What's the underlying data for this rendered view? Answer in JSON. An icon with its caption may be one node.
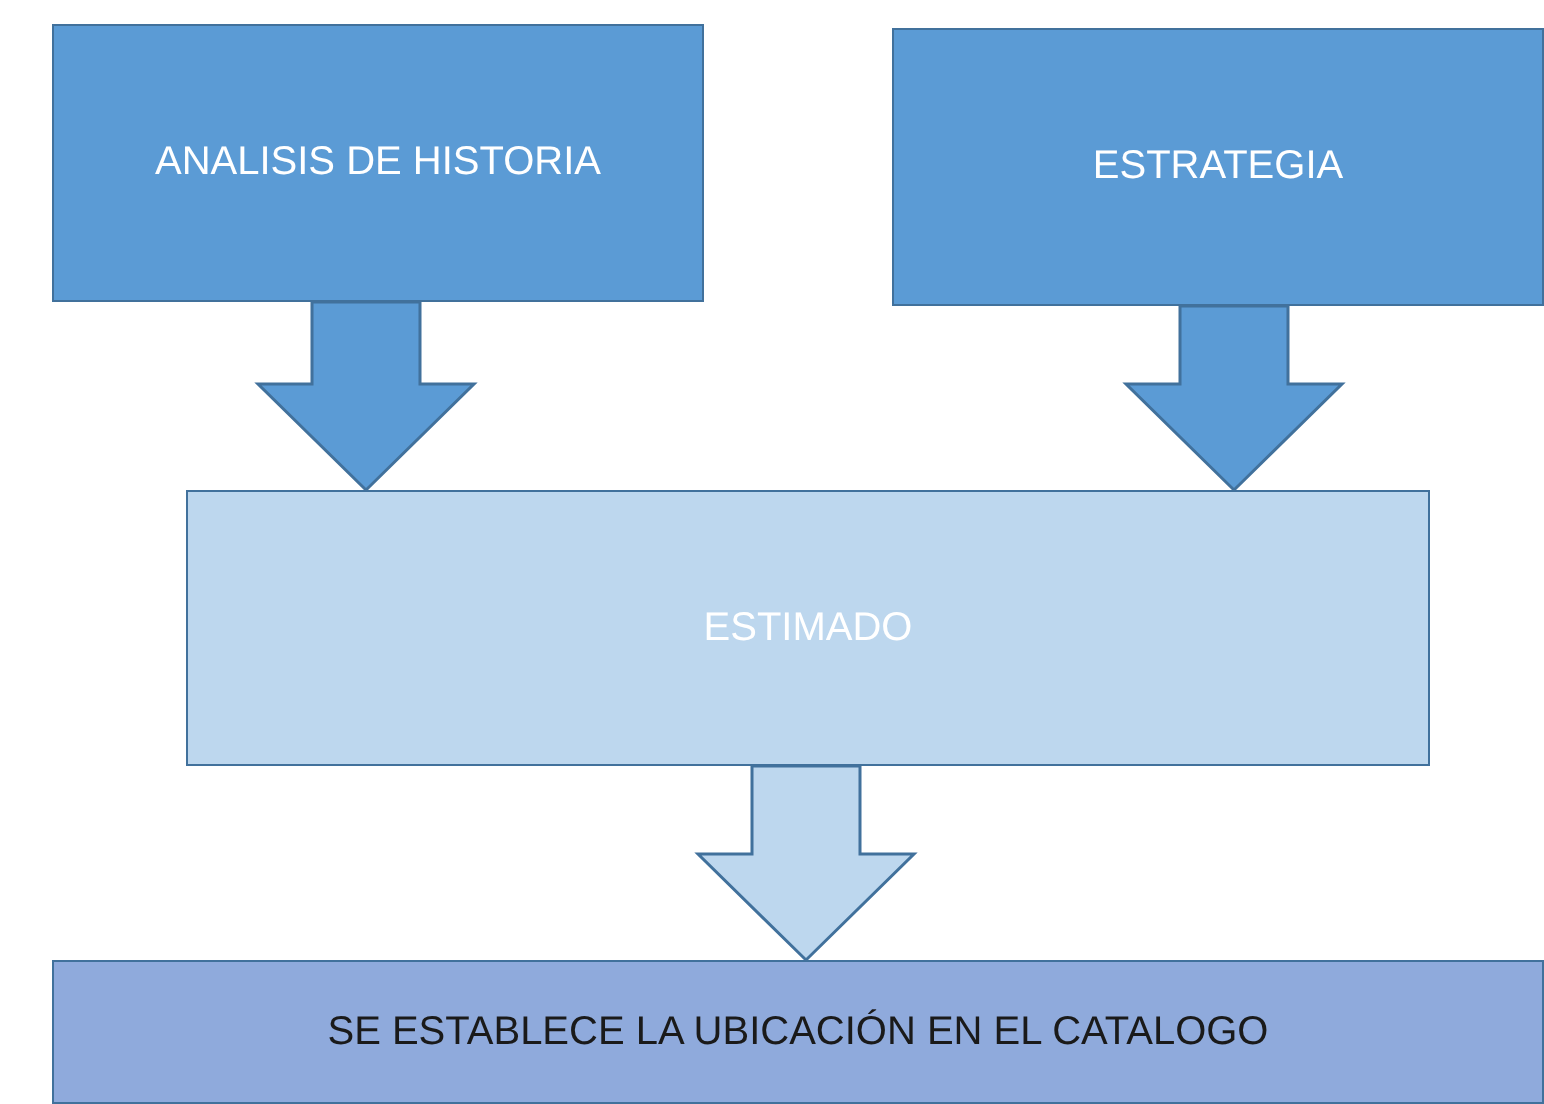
{
  "diagram": {
    "nodes": [
      {
        "text": [
          "ANALISIS DE HISTORIA"
        ]
      },
      {
        "text": [
          "ESTRATEGIA"
        ]
      },
      {
        "text": [
          "ESTIMADO"
        ]
      },
      {
        "text": [
          "SE ESTABLECE LA UBICACIÓN EN EL CATALOGO"
        ]
      }
    ],
    "edges": [
      {
        "from": 0,
        "to": 2,
        "arrow": "to"
      },
      {
        "from": 1,
        "to": 2,
        "arrow": "to"
      },
      {
        "from": 2,
        "to": 3,
        "arrow": "to",
        "color": "#bdd7ee"
      }
    ]
  }
}
